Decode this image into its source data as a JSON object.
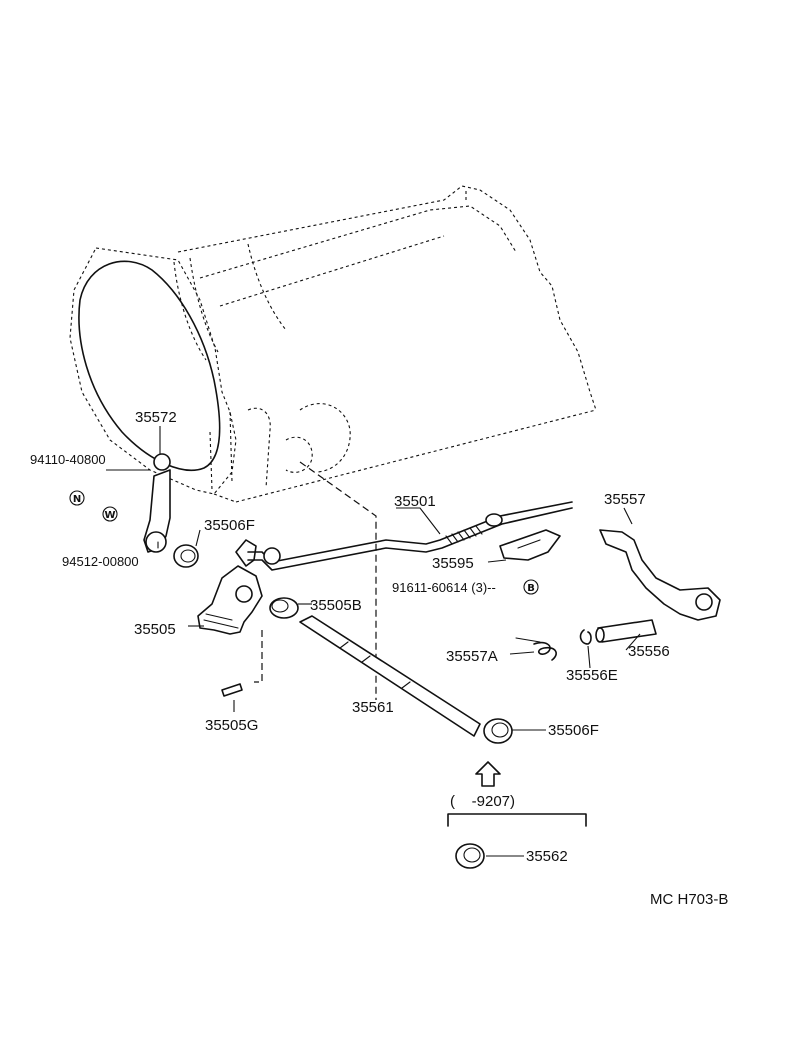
{
  "parts": {
    "p35572": "35572",
    "p9411040800": "94110-40800",
    "pN": "N",
    "pW": "W",
    "p9451200800": "94512-00800",
    "p35506F_top": "35506F",
    "p35505": "35505",
    "p35505B": "35505B",
    "p35505G": "35505G",
    "p35561": "35561",
    "p35501": "35501",
    "p35595": "35595",
    "p9161160614": "91611-60614 (3)--",
    "pB": "B",
    "p35557": "35557",
    "p35557A": "35557A",
    "p35556E": "35556E",
    "p35556": "35556",
    "p35506F_bottom": "35506F",
    "p_range": "(    -9207)",
    "p35562": "35562"
  },
  "diagram_code": "MC H703-B",
  "part_numbers": [
    "35572",
    "94110-40800",
    "94512-00800",
    "35506F",
    "35505",
    "35505B",
    "35505G",
    "35561",
    "35501",
    "35595",
    "91611-60614",
    "35557",
    "35557A",
    "35556E",
    "35556",
    "35562"
  ]
}
